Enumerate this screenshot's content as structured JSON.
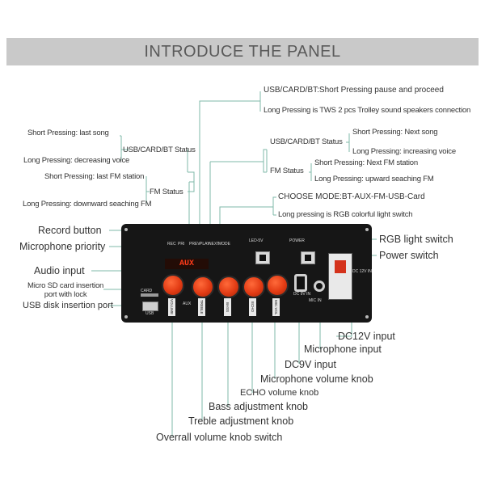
{
  "banner": {
    "title": "INTRODUCE THE PANEL"
  },
  "labels": {
    "usb_card_bt_short": "USB/CARD/BT:Short Pressing pause and proceed",
    "long_tws": "Long Pressing is TWS 2 pcs Trolley sound speakers connection",
    "left_usb_short": "Short Pressing: last song",
    "left_usb_status": "USB/CARD/BT Status",
    "left_usb_long": "Long Pressing: decreasing voice",
    "left_fm_short": "Short Pressing: last FM station",
    "left_fm_status": "FM Status",
    "left_fm_long": "Long Pressing: downward seaching FM",
    "right_usb_status": "USB/CARD/BT Status",
    "right_usb_short": "Short Pressing: Next song",
    "right_usb_long": "Long Pressing: increasing voice",
    "right_fm_status": "FM Status",
    "right_fm_short": "Short Pressing: Next FM station",
    "right_fm_long": "Long Pressing: upward seaching FM",
    "choose_mode": "CHOOSE MODE:BT-AUX-FM-USB-Card",
    "long_rgb": "Long pressing is RGB colorful light switch",
    "record_button": "Record button",
    "mic_priority": "Microphone priority",
    "audio_input": "Audio input",
    "micro_sd": "Micro SD card insertion\nport with lock",
    "usb_disk": "USB disk insertion port",
    "rgb_switch": "RGB light switch",
    "power_switch": "Power switch",
    "dc12v": "DC12V input",
    "mic_input": "Microphone input",
    "dc9v": "DC9V input",
    "mic_volume": "Microphone volume knob",
    "echo_volume": "ECHO volume knob",
    "bass_knob": "Bass adjustment knob",
    "treble_knob": "Treble adjustment knob",
    "overall_volume": "Overrall volume knob switch"
  },
  "panel": {
    "display": "AUX",
    "knob_labels": [
      "VOLUME",
      "TREBLE",
      "BASS",
      "ECHO",
      "MIC.VOL"
    ],
    "aux_label": "AUX",
    "buttons": [
      "REC",
      "PRI",
      "PREV",
      "PLAY",
      "NEXT",
      "MODE"
    ],
    "sw_led": "LED-5V",
    "sw_power": "POWER",
    "dc_label": "DC 12V IN",
    "dc9v_label": "DC 9V IN",
    "mic_label": "MIC IN",
    "sd_label": "CARD",
    "usb_label": "USB"
  },
  "colors": {
    "leader": "#7fb8a8",
    "knob": "#e23b14",
    "display": "#ff3b1a"
  }
}
